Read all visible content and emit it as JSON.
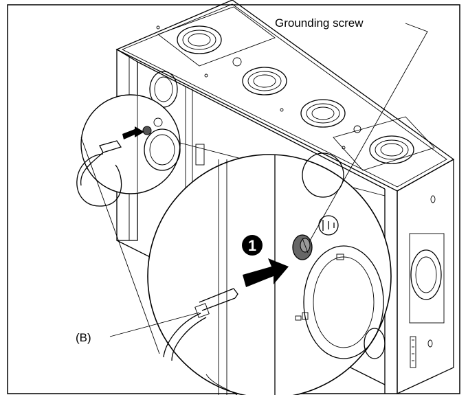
{
  "labels": {
    "grounding_screw": "Grounding screw",
    "b": "(B)"
  },
  "step": {
    "number": "1"
  },
  "icons": {
    "step_badge": "numbered-circle-icon",
    "arrow": "direction-arrow-icon",
    "ground": "ground-symbol-icon"
  },
  "colors": {
    "line": "#000000",
    "background": "#ffffff",
    "box_fill": "#ffffff"
  }
}
